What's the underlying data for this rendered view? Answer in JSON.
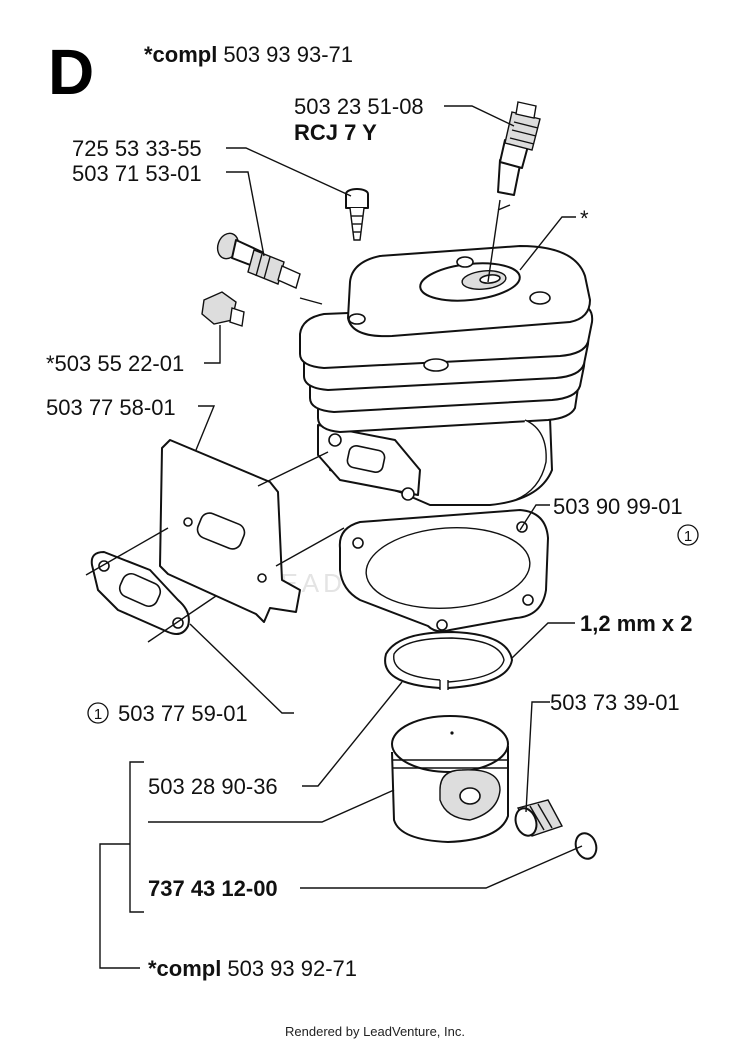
{
  "section_letter": "D",
  "header": {
    "prefix": "*compl",
    "number": "503 93 93-71"
  },
  "labels": {
    "spark_plug_number": "503 23 51-08",
    "spark_plug_type": "RCJ 7 Y",
    "screw": "725 53 33-55",
    "decompression_valve": "503 71 53-01",
    "plug": "*503 55 22-01",
    "cylinder_marker": "*",
    "plate": "503 77 58-01",
    "cylinder_gasket": "503 90 99-01",
    "cylinder_gasket_ref": "①",
    "ring_spec": "1,2 mm x 2",
    "muffler_gasket_ref": "①",
    "muffler_gasket": "503 77 59-01",
    "needle_bearing": "503 73 39-01",
    "piston_ring": "503 28 90-36",
    "circlip": "737 43 12-00",
    "footer_prefix": "*compl",
    "footer_number": "503 93 92-71"
  },
  "watermark": "LEADVENTURE",
  "footer_credit": "Rendered by LeadVenture, Inc."
}
